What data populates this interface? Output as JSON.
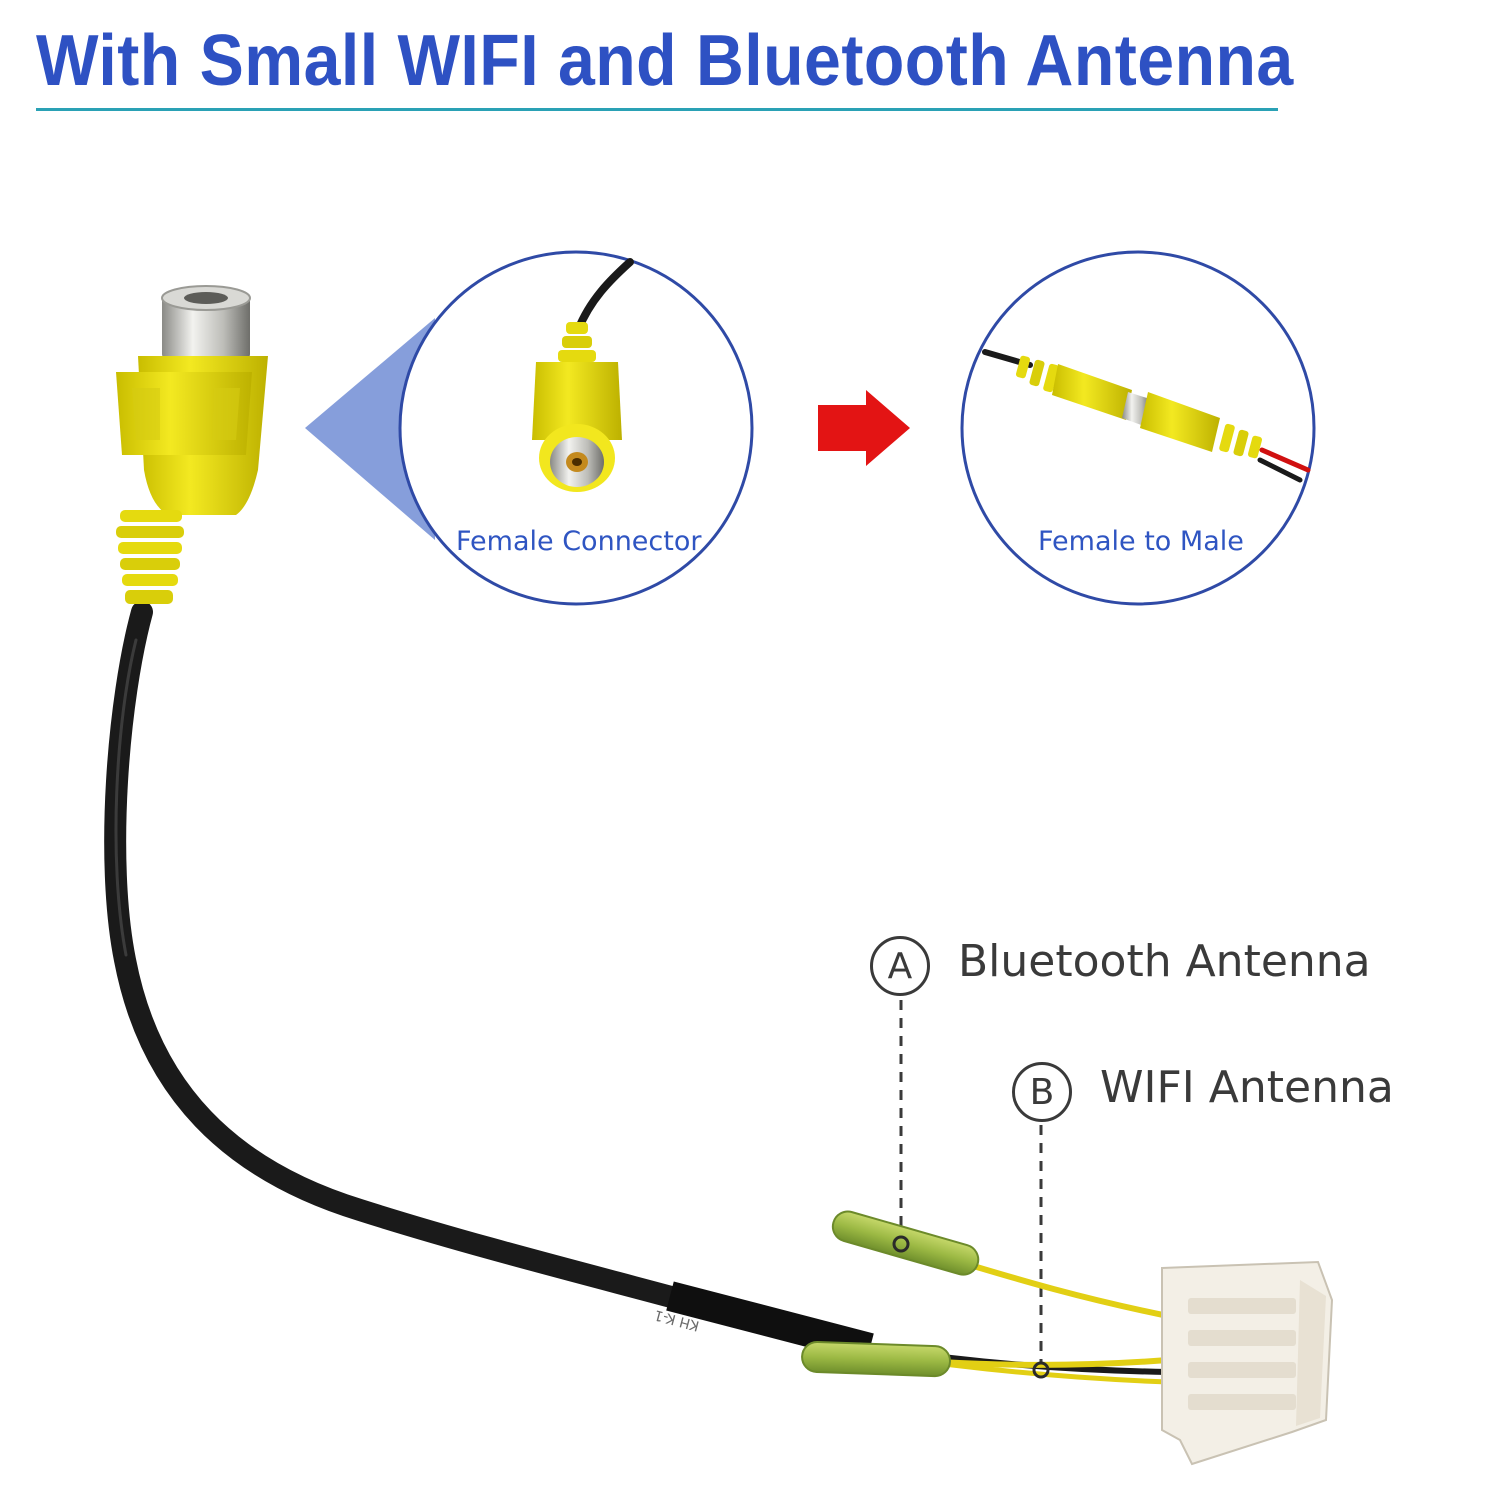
{
  "headline": "With Small WIFI and Bluetooth Antenna",
  "insets": [
    {
      "label": "Female Connector"
    },
    {
      "label": "Female to Male"
    }
  ],
  "callouts": [
    {
      "badge": "A",
      "label": "Bluetooth Antenna"
    },
    {
      "badge": "B",
      "label": "WIFI Antenna"
    }
  ],
  "cable_markings": "KH K-1",
  "colors": {
    "title": "#2e51c3",
    "title_rule": "#2aa1b5",
    "circle_outline": "#2f4aa6",
    "pointer": "#7f99d9",
    "arrow": "#e31414",
    "connector_yellow": "#eadf05",
    "cable_black": "#1b1b1b",
    "wire_yellow": "#e8d21a",
    "antenna_tip_green": "#9fbf4a",
    "plug_white": "#f3efe6"
  }
}
